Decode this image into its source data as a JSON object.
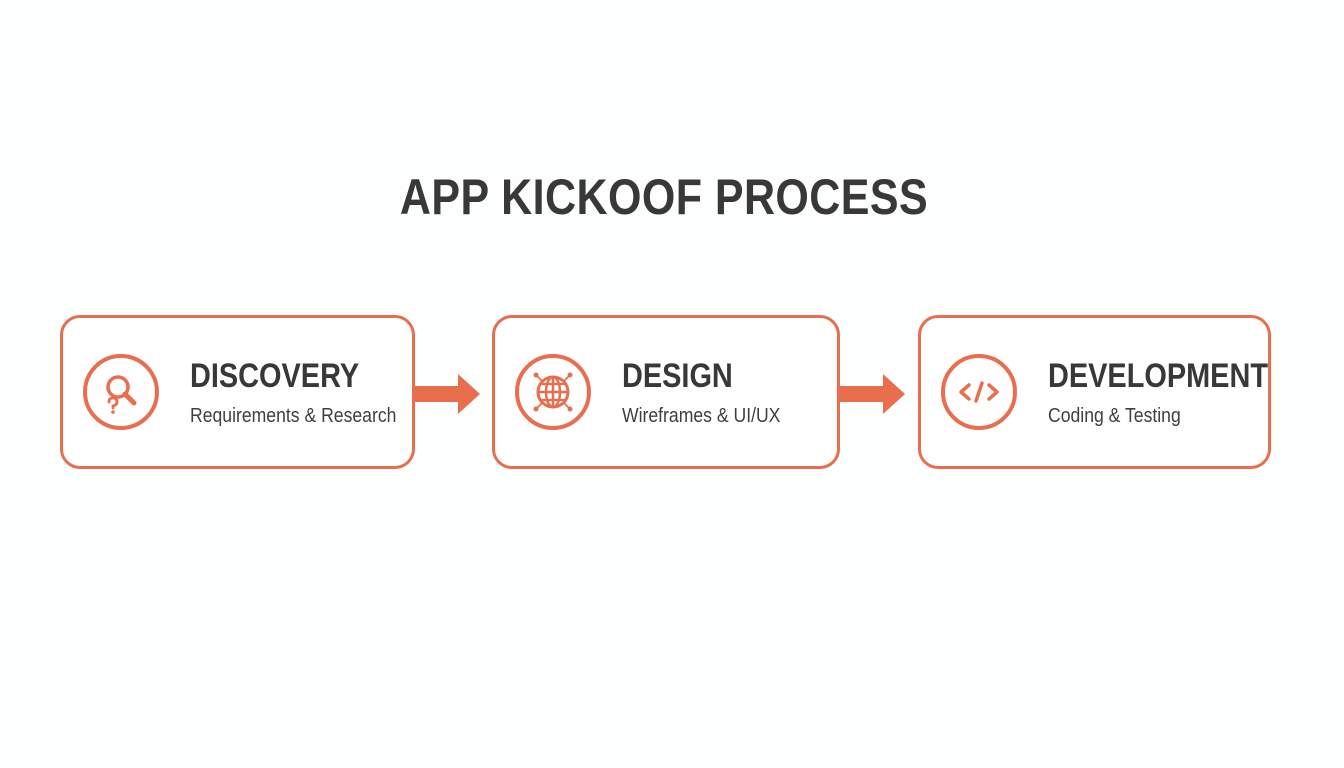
{
  "title": "APP KICKOOF PROCESS",
  "accent_color": "#e86e4e",
  "text_color": "#383838",
  "steps": [
    {
      "title": "DISCOVERY",
      "subtitle": "Requirements & Research",
      "icon": "magnifier-question-icon"
    },
    {
      "title": "DESIGN",
      "subtitle": "Wireframes & UI/UX",
      "icon": "globe-network-icon"
    },
    {
      "title": "DEVELOPMENT",
      "subtitle": "Coding & Testing",
      "icon": "code-brackets-icon"
    }
  ],
  "connectors": [
    {
      "from": "DISCOVERY",
      "to": "DESIGN",
      "icon": "arrow-right-icon"
    },
    {
      "from": "DESIGN",
      "to": "DEVELOPMENT",
      "icon": "arrow-right-icon"
    }
  ]
}
